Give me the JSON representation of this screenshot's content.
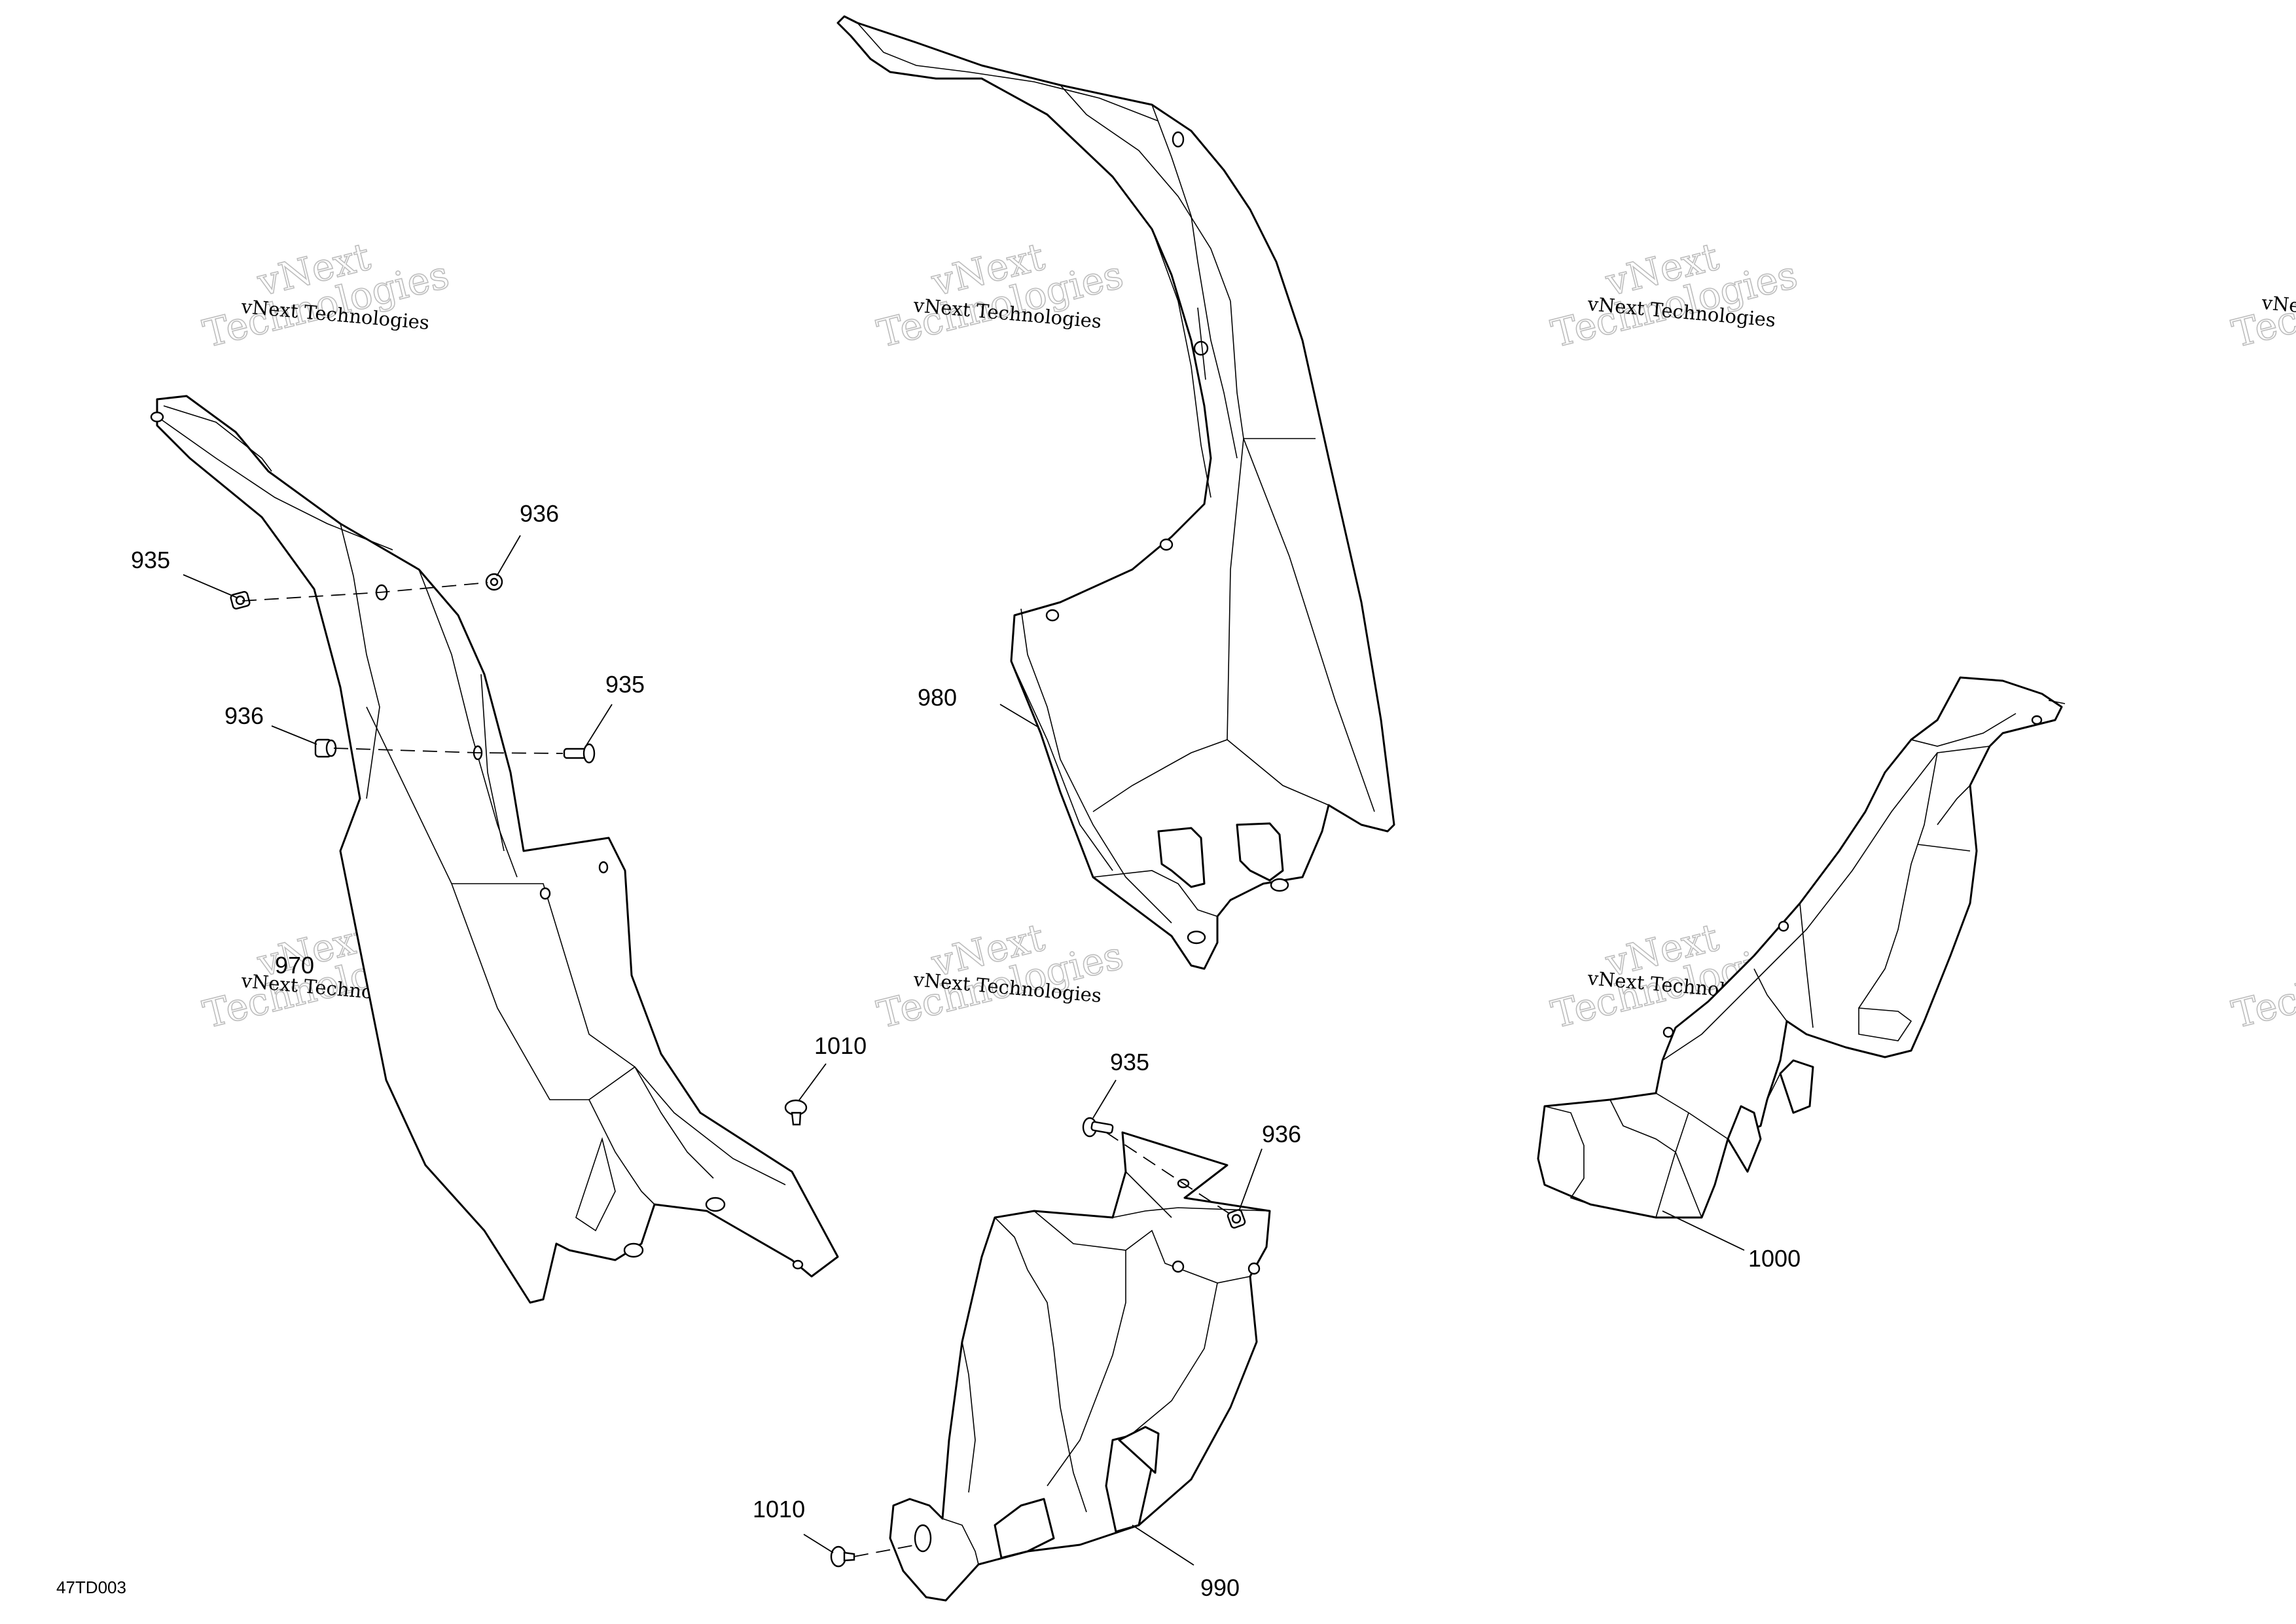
{
  "figure_id": "47TD003",
  "watermark": {
    "line1": "vNext Technologies",
    "line2": "vNext",
    "line3": "Technologies"
  },
  "callouts": {
    "c935a": "935",
    "c936a": "936",
    "c935b": "935",
    "c936b": "936",
    "c970": "970",
    "c980": "980",
    "c1010a": "1010",
    "c935c": "935",
    "c936c": "936",
    "c1010b": "1010",
    "c990": "990",
    "c1000": "1000"
  }
}
